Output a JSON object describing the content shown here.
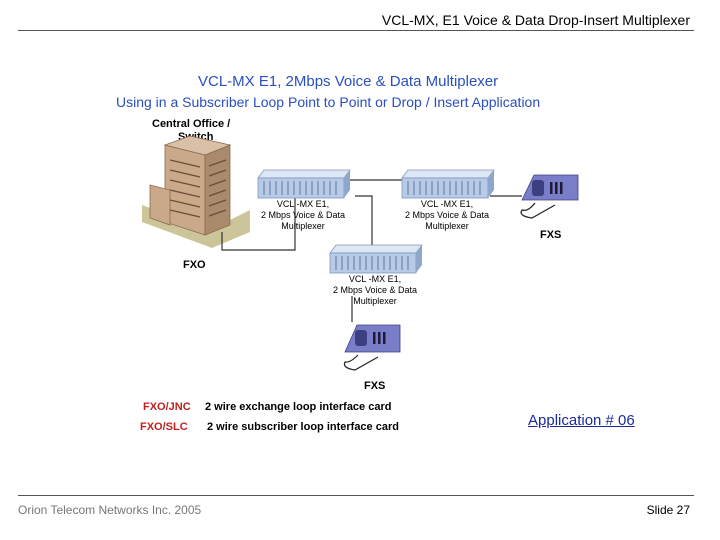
{
  "header": {
    "title": "VCL-MX, E1 Voice & Data Drop-Insert Multiplexer"
  },
  "diagram": {
    "title_line1": "VCL-MX  E1, 2Mbps Voice & Data Multiplexer",
    "title_line2": "Using in a Subscriber Loop Point to Point or Drop / Insert  Application",
    "central_office_line1": "Central Office /",
    "central_office_line2": "Switch",
    "fxo_label": "FXO",
    "mux_left": [
      "VCL -MX E1,",
      "2 Mbps Voice & Data",
      "Multiplexer"
    ],
    "mux_right": [
      "VCL -MX E1,",
      "2 Mbps Voice & Data",
      "Multiplexer"
    ],
    "mux_bottom": [
      "VCL -MX E1,",
      "2 Mbps Voice & Data",
      "Multiplexer"
    ],
    "fxs_right_label": "FXS",
    "fxs_bottom_label": "FXS",
    "legend_fxo_jnc_code": "FXO/JNC",
    "legend_fxo_jnc_desc": "2 wire exchange loop interface card",
    "legend_fxo_slc_code": "FXO/SLC",
    "legend_fxo_slc_desc": "2 wire subscriber loop interface card",
    "colors": {
      "title_blue": "#2a4fc0",
      "code_red": "#c02020",
      "device_blue": "#b7cbe6",
      "phone_purple": "#7a7ec8"
    }
  },
  "application_link": "Application  #  06",
  "footer": {
    "company": "Orion Telecom Networks Inc. 2005",
    "slide": "Slide 27"
  }
}
